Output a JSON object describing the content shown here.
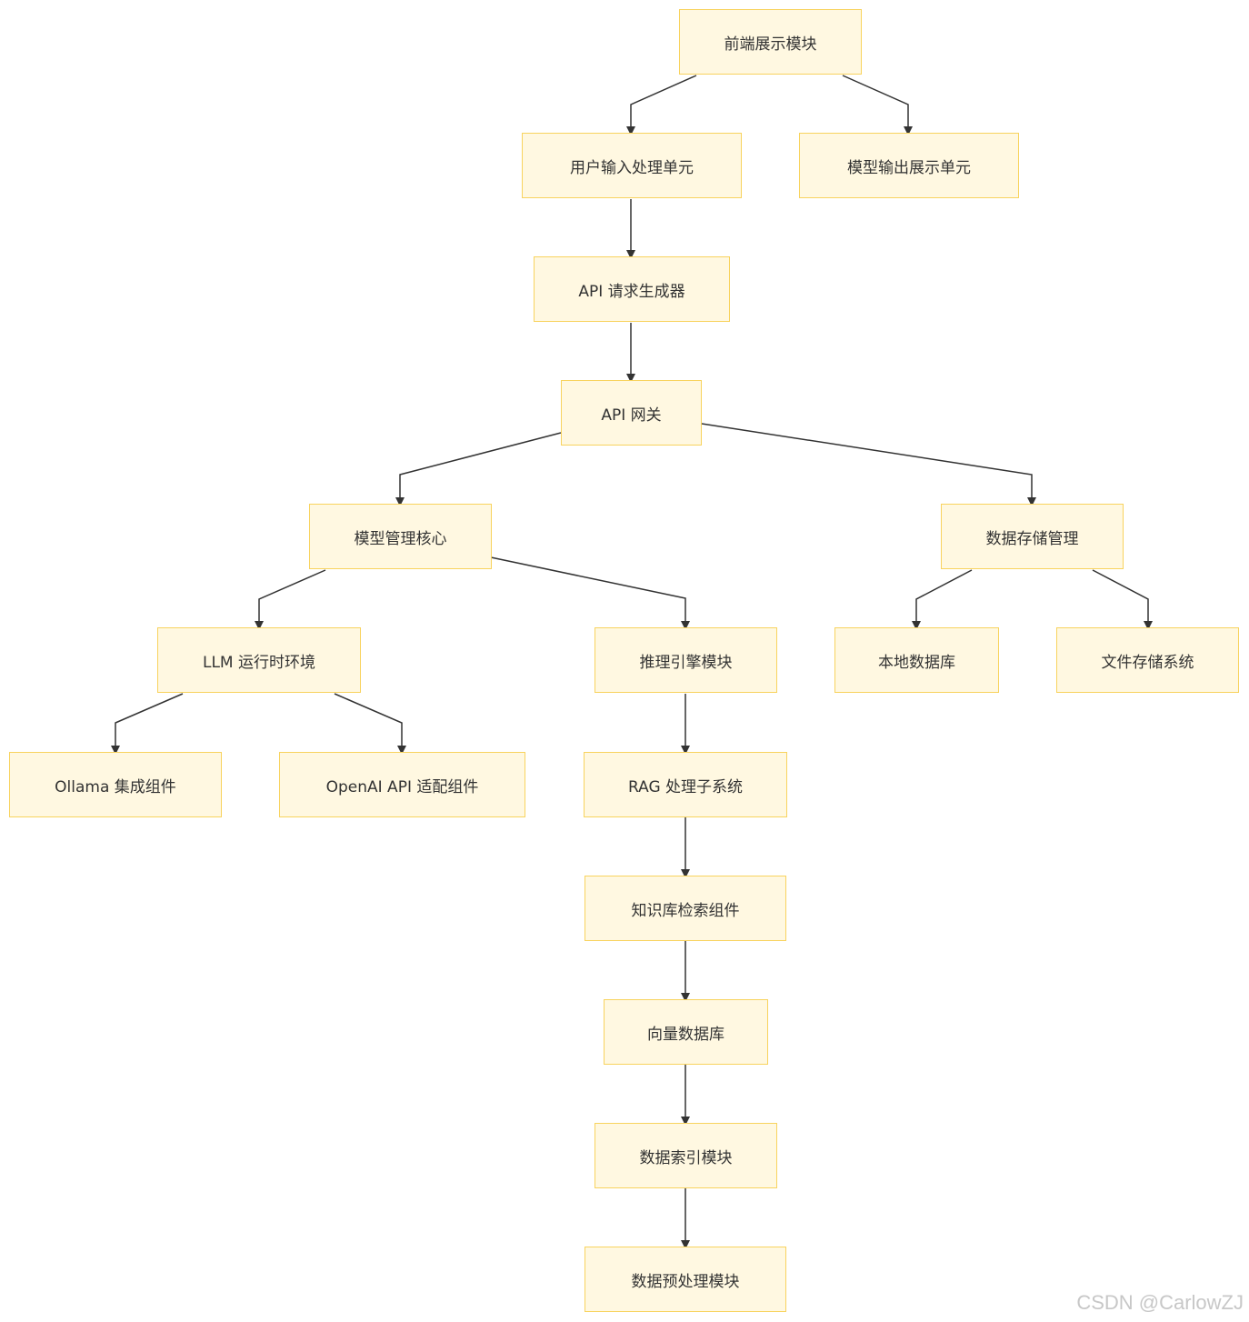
{
  "nodes": {
    "frontend": "前端展示模块",
    "user_input": "用户输入处理单元",
    "model_output": "模型输出展示单元",
    "api_request": "API 请求生成器",
    "api_gateway": "API 网关",
    "model_core": "模型管理核心",
    "data_storage": "数据存储管理",
    "llm_runtime": "LLM 运行时环境",
    "inference_engine": "推理引擎模块",
    "local_db": "本地数据库",
    "file_storage": "文件存储系统",
    "ollama": "Ollama 集成组件",
    "openai_adapter": "OpenAI API 适配组件",
    "rag": "RAG 处理子系统",
    "kb_retrieval": "知识库检索组件",
    "vector_db": "向量数据库",
    "data_index": "数据索引模块",
    "data_preprocess": "数据预处理模块"
  },
  "edges": [
    [
      "frontend",
      "user_input"
    ],
    [
      "frontend",
      "model_output"
    ],
    [
      "user_input",
      "api_request"
    ],
    [
      "api_request",
      "api_gateway"
    ],
    [
      "api_gateway",
      "model_core"
    ],
    [
      "api_gateway",
      "data_storage"
    ],
    [
      "model_core",
      "llm_runtime"
    ],
    [
      "model_core",
      "inference_engine"
    ],
    [
      "data_storage",
      "local_db"
    ],
    [
      "data_storage",
      "file_storage"
    ],
    [
      "llm_runtime",
      "ollama"
    ],
    [
      "llm_runtime",
      "openai_adapter"
    ],
    [
      "inference_engine",
      "rag"
    ],
    [
      "rag",
      "kb_retrieval"
    ],
    [
      "kb_retrieval",
      "vector_db"
    ],
    [
      "vector_db",
      "data_index"
    ],
    [
      "data_index",
      "data_preprocess"
    ]
  ],
  "watermark": "CSDN @CarlowZJ",
  "colors": {
    "node_fill": "#fff8e1",
    "node_border": "#f8d35e",
    "edge": "#333333",
    "text": "#333333",
    "watermark": "#c7c7c7"
  }
}
